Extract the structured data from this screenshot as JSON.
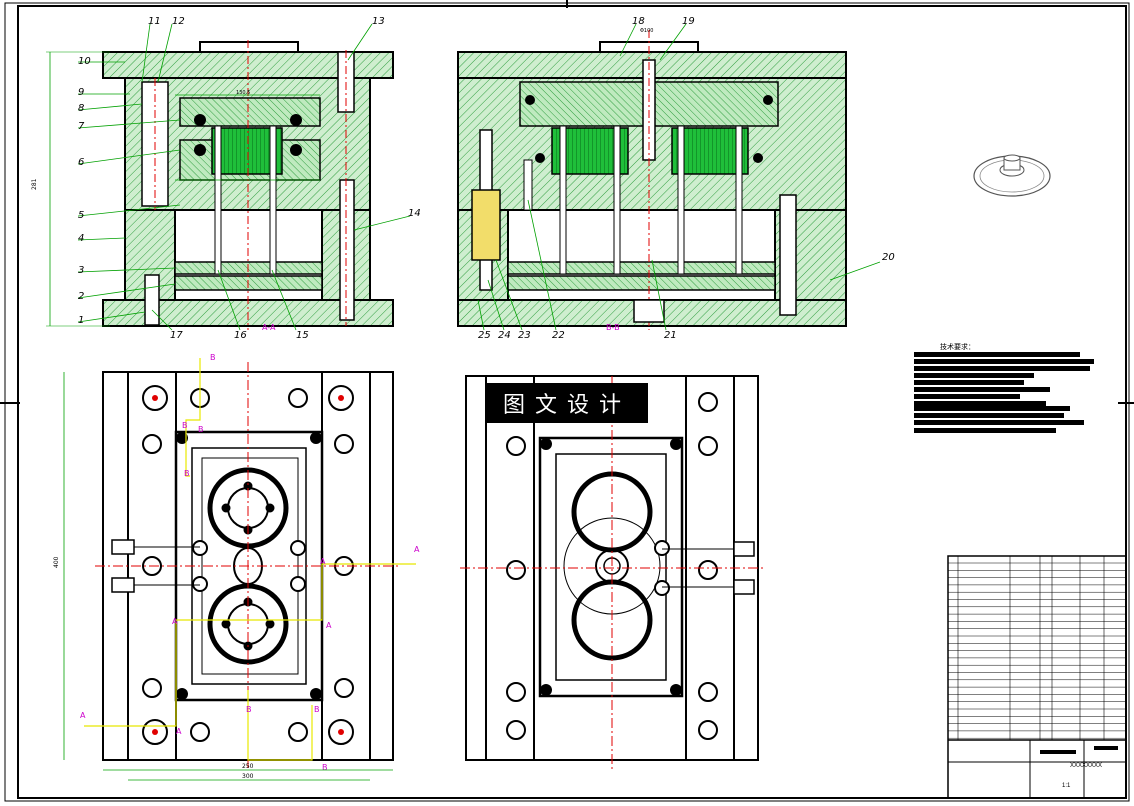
{
  "drawing": {
    "section_label_aa": "A-A",
    "section_label_bb": "B-B",
    "balloons_left": [
      "1",
      "2",
      "3",
      "4",
      "5",
      "6",
      "7",
      "8",
      "9",
      "10",
      "11",
      "12",
      "13",
      "14",
      "15",
      "16",
      "17"
    ],
    "balloons_right": [
      "18",
      "19",
      "20",
      "21",
      "22",
      "23",
      "24",
      "25"
    ],
    "dim_height_left": "281",
    "dim_height_plan": "400",
    "dim_width_inner": "250",
    "dim_width_outer": "300",
    "dim_width_top": "130.5",
    "dim_sprue": "Φ100"
  },
  "watermark": "图文设计",
  "tech_requirements_title": "技术要求：",
  "title_block": {
    "drawing_number": "XXXXXXXX",
    "scale": "1:1"
  },
  "colors": {
    "line": "#000000",
    "hatch": "#39b54a",
    "center": "#e00000",
    "dimension": "#00a000",
    "annotation": "#cc00cc",
    "cavity": "#2ecc40"
  }
}
